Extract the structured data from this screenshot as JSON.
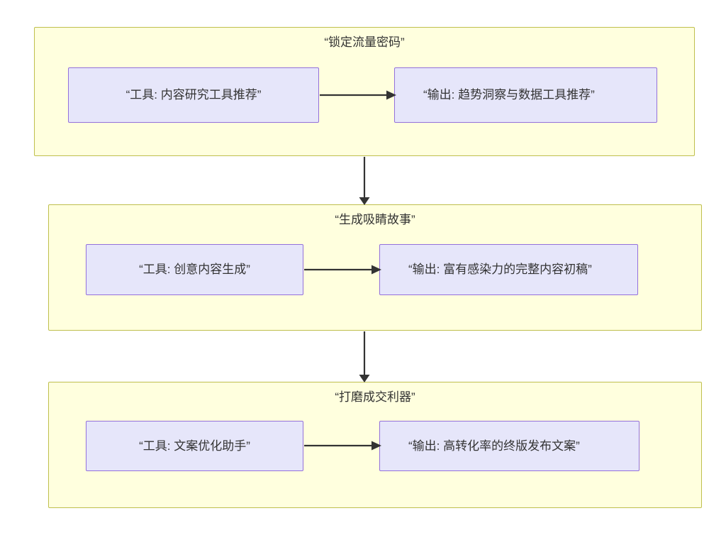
{
  "diagram": {
    "type": "flowchart",
    "direction": "top-to-bottom",
    "background": "#ffffff",
    "cluster_fill": "#ffffde",
    "cluster_stroke": "#bfbf4d",
    "node_fill": "#e6e6fa",
    "node_stroke": "#9370db",
    "text_color": "#333333",
    "edge_color": "#333333"
  },
  "stages": [
    {
      "title": "“锁定流量密码”",
      "tool": "“工具: 内容研究工具推荐”",
      "output": "“输出: 趋势洞察与数据工具推荐”"
    },
    {
      "title": "“生成吸睛故事”",
      "tool": "“工具: 创意内容生成”",
      "output": "“输出: 富有感染力的完整内容初稿”"
    },
    {
      "title": "“打磨成交利器”",
      "tool": "“工具: 文案优化助手”",
      "output": "“输出: 高转化率的终版发布文案”"
    }
  ],
  "connectors": [
    {
      "name": "stage1-tool-to-output",
      "kind": "horizontal-arrow"
    },
    {
      "name": "stage1-to-stage2",
      "kind": "vertical-arrow"
    },
    {
      "name": "stage2-tool-to-output",
      "kind": "horizontal-arrow"
    },
    {
      "name": "stage2-to-stage3",
      "kind": "vertical-arrow"
    },
    {
      "name": "stage3-tool-to-output",
      "kind": "horizontal-arrow"
    }
  ]
}
